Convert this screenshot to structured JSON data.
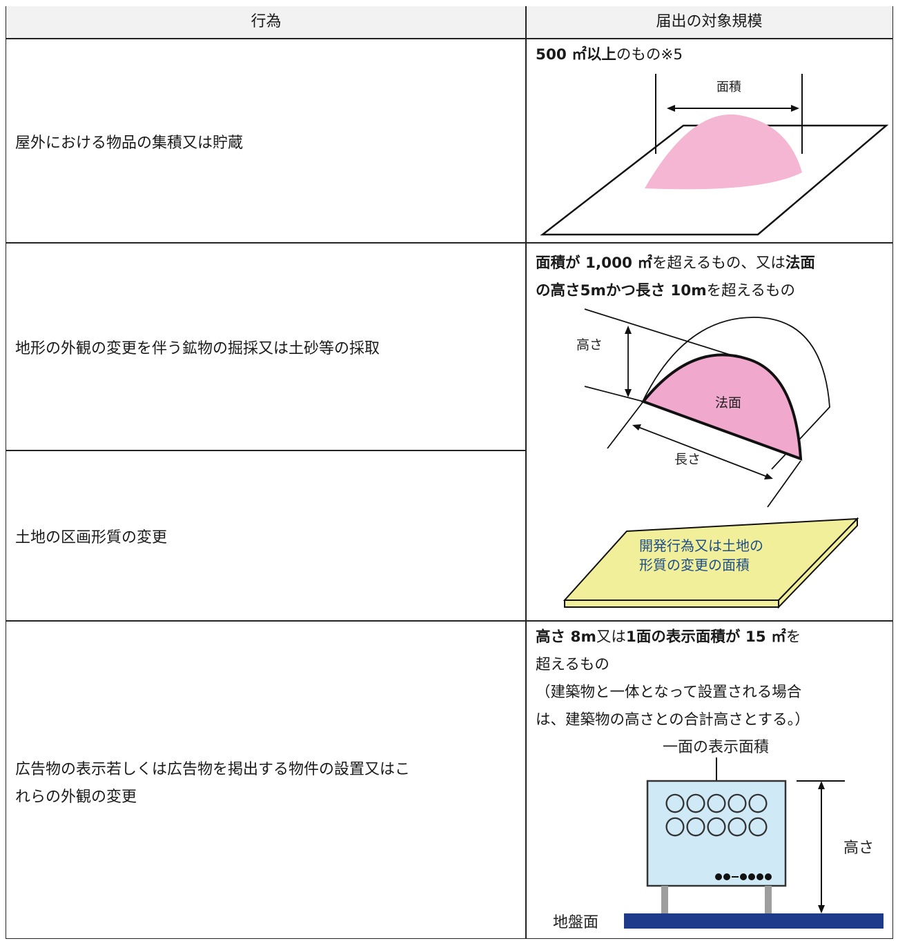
{
  "header": {
    "col_action": "行為",
    "col_scale": "届出の対象規模"
  },
  "rows": {
    "r1": {
      "action": "屋外における物品の集積又は貯蔵",
      "scale_bold": "500 ㎡以上",
      "scale_rest": "のもの※5",
      "fig_label_area": "面積"
    },
    "r2": {
      "action": "地形の外観の変更を伴う鉱物の掘採又は土砂等の採取",
      "scale_b1": "面積が 1,000 ㎡",
      "scale_t1": "を超えるもの、又は",
      "scale_b2": "法面",
      "scale_b3": "の高さ5mかつ長さ 10m",
      "scale_t2": "を超えるもの",
      "fig_label_height": "高さ",
      "fig_label_slope": "法面",
      "fig_label_length": "長さ"
    },
    "r3": {
      "action": "土地の区画形質の変更",
      "fig_label_line1": "開発行為又は土地の",
      "fig_label_line2": "形質の変更の面積"
    },
    "r4": {
      "action_line1": "広告物の表示若しくは広告物を掲出する物件の設置又はこ",
      "action_line2": "れらの外観の変更",
      "scale_b1": "高さ 8m",
      "scale_t1": "又は",
      "scale_b2": "1面の表示面積が 15 ㎡",
      "scale_t2": "を",
      "scale_line2": "超えるもの",
      "scale_line3": "（建築物と一体となって設置される場合",
      "scale_line4": "は、建築物の高さとの合計高さとする。）",
      "fig_label_face": "一面の表示面積",
      "fig_label_height": "高さ",
      "fig_label_ground": "地盤面",
      "fig_sign_row1": "〇〇〇〇〇",
      "fig_sign_row2": "〇〇〇〇〇"
    }
  },
  "colors": {
    "pink": "#f4b6d2",
    "pink_slope": "#f0a9cc",
    "yellow": "#f2ef9a",
    "sign_blue": "#cfe9f6",
    "ground": "#1e3a8a",
    "header_bg": "#f2f2f2"
  }
}
